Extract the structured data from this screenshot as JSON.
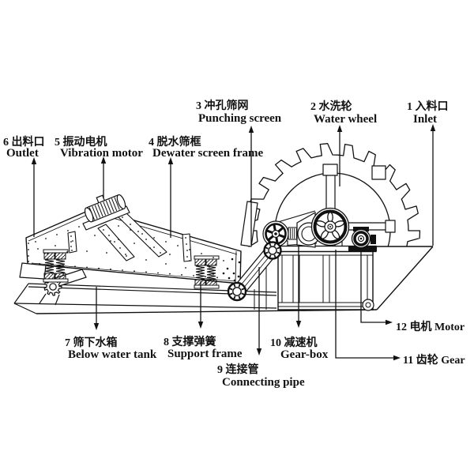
{
  "colors": {
    "ink": "#111111",
    "background": "#ffffff"
  },
  "parts": [
    {
      "num": "1",
      "line1": "1 入料口",
      "line2": "Inlet"
    },
    {
      "num": "2",
      "line1": "2 水洗轮",
      "line2": "Water wheel"
    },
    {
      "num": "3",
      "line1": "3 冲孔筛网",
      "line2": "Punching screen"
    },
    {
      "num": "4",
      "line1": "4 脱水筛框",
      "line2": "Dewater screen frame"
    },
    {
      "num": "5",
      "line1": "5 振动电机",
      "line2": "Vibration motor"
    },
    {
      "num": "6",
      "line1": "6 出料口",
      "line2": "Outlet"
    },
    {
      "num": "7",
      "line1": "7 筛下水箱",
      "line2": "Below water tank"
    },
    {
      "num": "8",
      "line1": "8 支撑弹簧",
      "line2": "Support frame"
    },
    {
      "num": "9",
      "line1": "9 连接管",
      "line2": "Connecting pipe"
    },
    {
      "num": "10",
      "line1": "10 减速机",
      "line2": "Gear-box"
    },
    {
      "num": "11",
      "line1": "11 齿轮 Gear",
      "line2": ""
    },
    {
      "num": "12",
      "line1": "12 电机 Motor",
      "line2": ""
    }
  ]
}
